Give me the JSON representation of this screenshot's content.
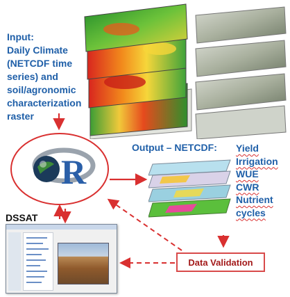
{
  "input": {
    "text": "Input:\nDaily Climate\n(NETCDF time\nseries) and\nsoil/agronomic\ncharacterization\nraster"
  },
  "output": {
    "title": "Output – NETCDF:",
    "items": [
      "Yield",
      "Irrigation",
      "WUE",
      "CWR",
      "Nutrient",
      "cycles"
    ]
  },
  "dssat": {
    "label": "DSSAT"
  },
  "validation": {
    "label": "Data Validation"
  },
  "logo": {
    "letter": "R"
  },
  "colors": {
    "label_blue": "#1f5fa8",
    "arrow_red": "#d93030",
    "validation_text": "#a31a1a"
  },
  "icons": [
    "arrow-down-icon",
    "arrow-right-icon",
    "double-arrow-icon",
    "dashed-arrow-icon",
    "r-logo-icon"
  ]
}
